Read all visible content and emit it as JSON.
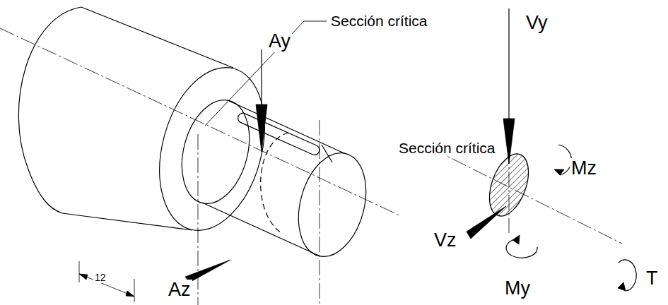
{
  "diagram": {
    "labels": [
      "Sección crítica",
      "Ay",
      "Az",
      "12",
      "Vy",
      "Sección crítica",
      "Mz",
      "Vz",
      "My",
      "T"
    ]
  }
}
